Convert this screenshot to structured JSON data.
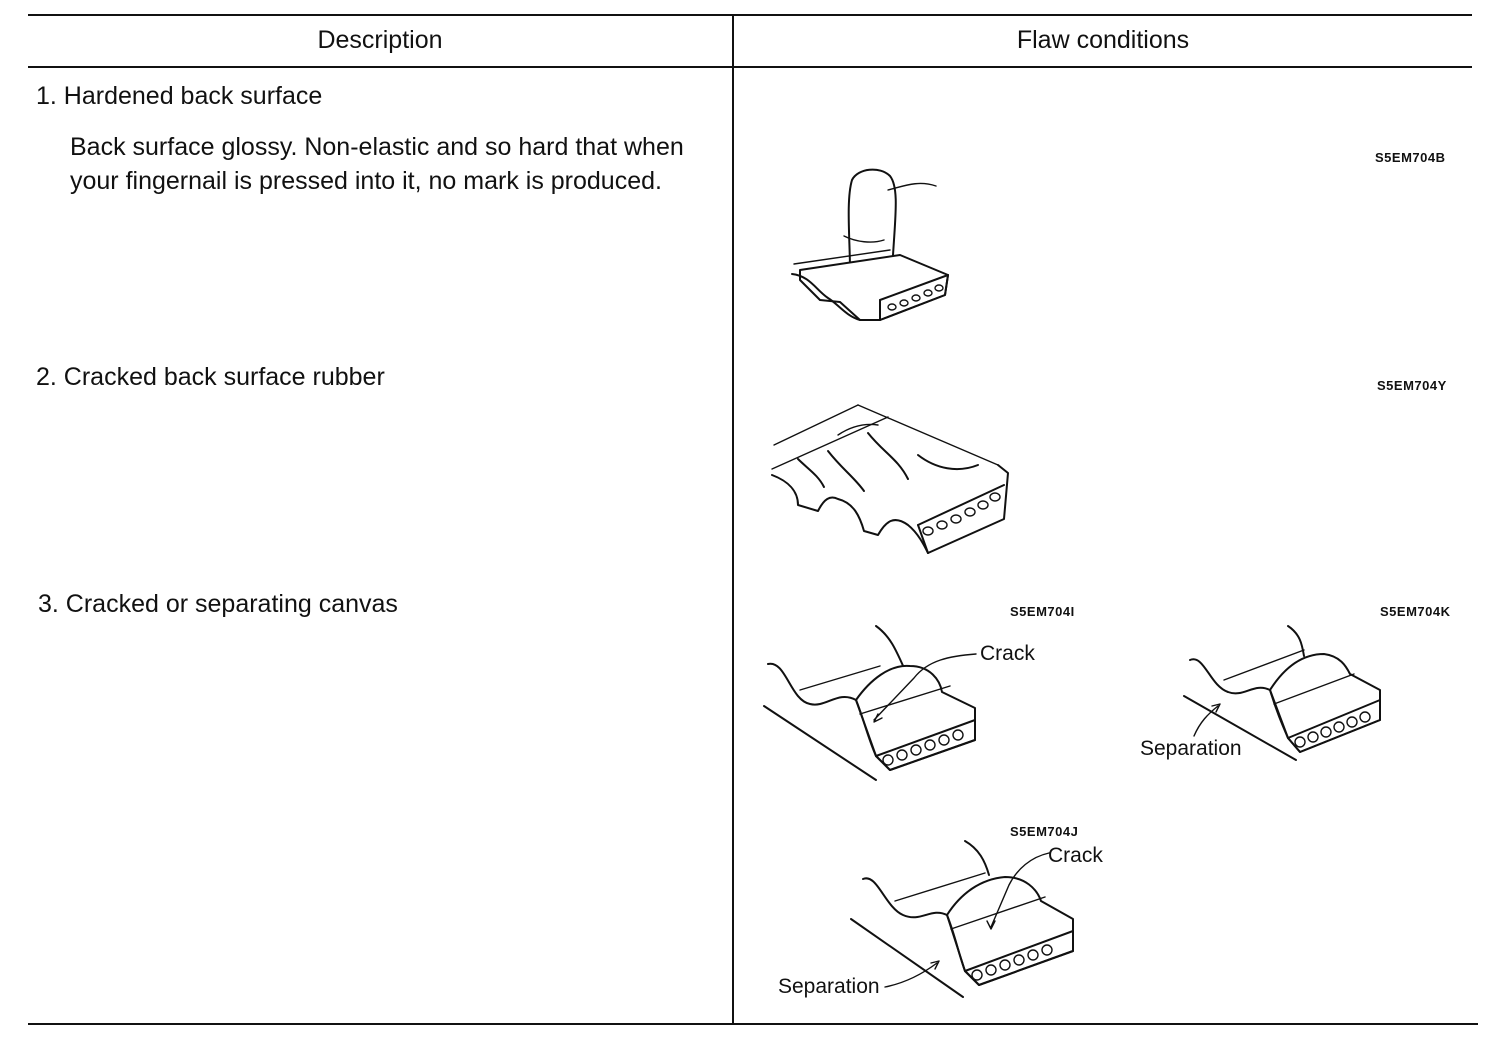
{
  "table": {
    "headers": {
      "description": "Description",
      "flaw_conditions": "Flaw conditions"
    },
    "rows": [
      {
        "title": "1. Hardened back surface",
        "detail": "Back surface glossy. Non-elastic and so hard that when your fingernail is pressed into it, no mark is produced.",
        "figures": [
          "S5EM704B"
        ]
      },
      {
        "title": "2. Cracked back surface rubber",
        "figures": [
          "S5EM704Y"
        ]
      },
      {
        "title": "3. Cracked or separating canvas",
        "figures": [
          "S5EM704I",
          "S5EM704K",
          "S5EM704J"
        ],
        "labels": {
          "crack": "Crack",
          "separation": "Separation"
        }
      }
    ]
  }
}
